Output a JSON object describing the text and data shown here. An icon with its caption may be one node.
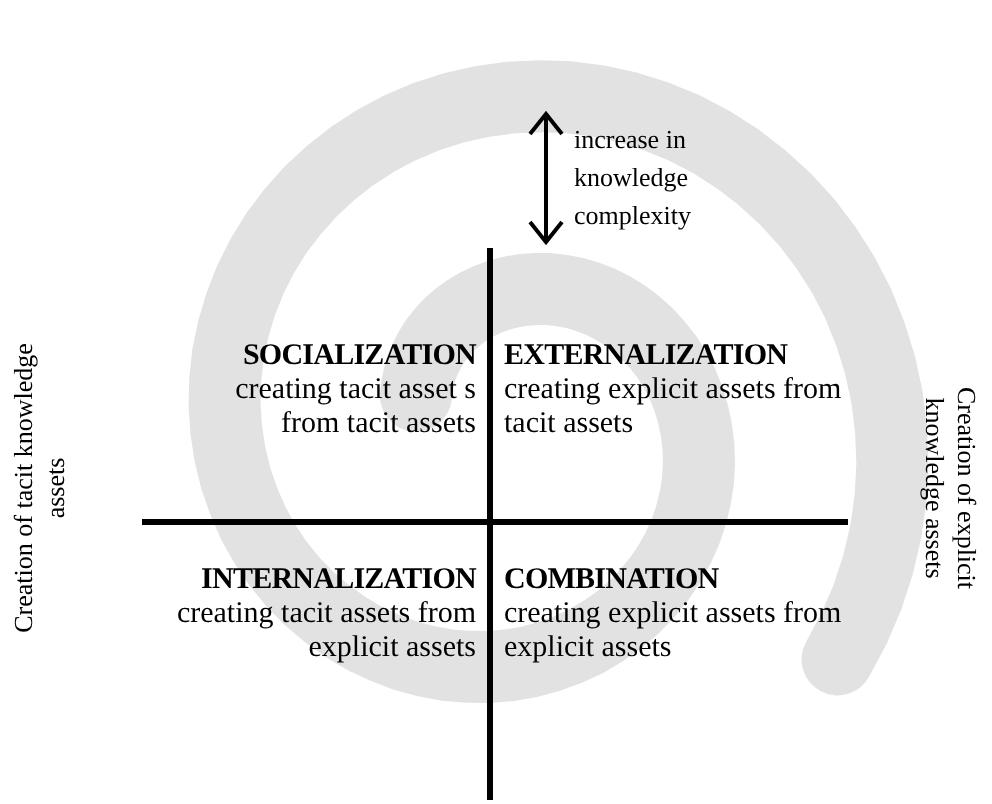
{
  "diagram": {
    "labels": [
      "increase in knowledge complexity",
      "Creation of tacit knowledge assets",
      "SOCIALIZATION",
      "creating tacit asset s from tacit assets",
      "EXTERNALIZATION",
      "creating explicit assets from tacit assets",
      "Creation of explicit knowledge assets",
      "INTERNALIZATION",
      "creating tacit assets from explicit assets",
      "COMBINATION",
      "creating explicit assets from explicit assets"
    ]
  }
}
